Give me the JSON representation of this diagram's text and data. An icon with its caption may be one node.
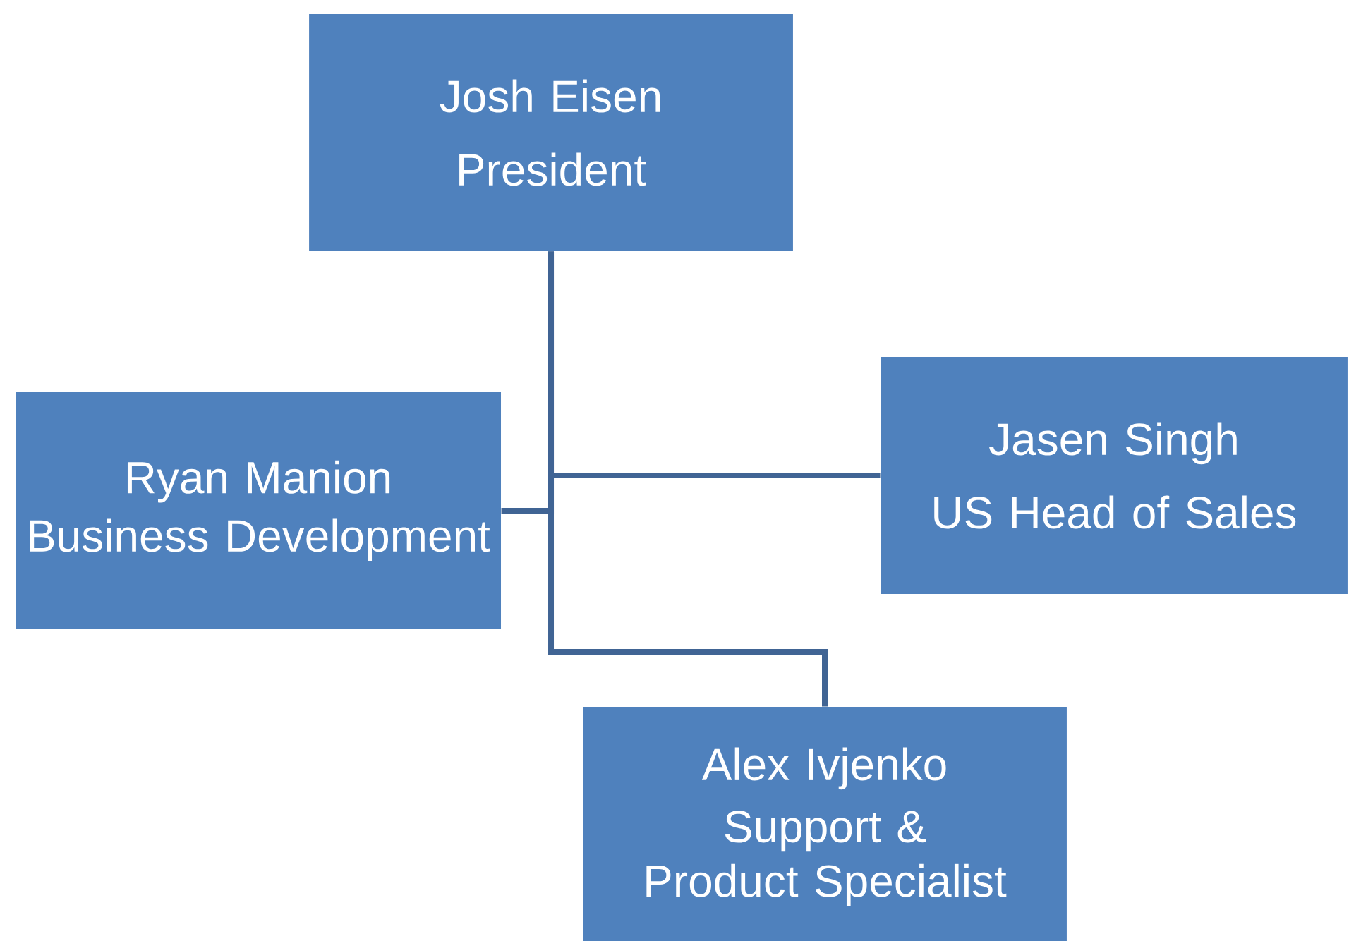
{
  "diagram": {
    "nodes": [
      {
        "text": [
          "Josh Eisen",
          "President"
        ]
      },
      {
        "text": [
          "Ryan Manion",
          "Business Development"
        ]
      },
      {
        "text": [
          "Jasen Singh",
          "US Head of Sales"
        ]
      },
      {
        "text": [
          "Alex Ivjenko",
          "Support & Product Specialist"
        ]
      }
    ],
    "edges": [
      {
        "from": 0,
        "to": 1,
        "arrow": "none"
      },
      {
        "from": 0,
        "to": 2,
        "arrow": "none"
      },
      {
        "from": 0,
        "to": 3,
        "arrow": "none"
      }
    ]
  }
}
